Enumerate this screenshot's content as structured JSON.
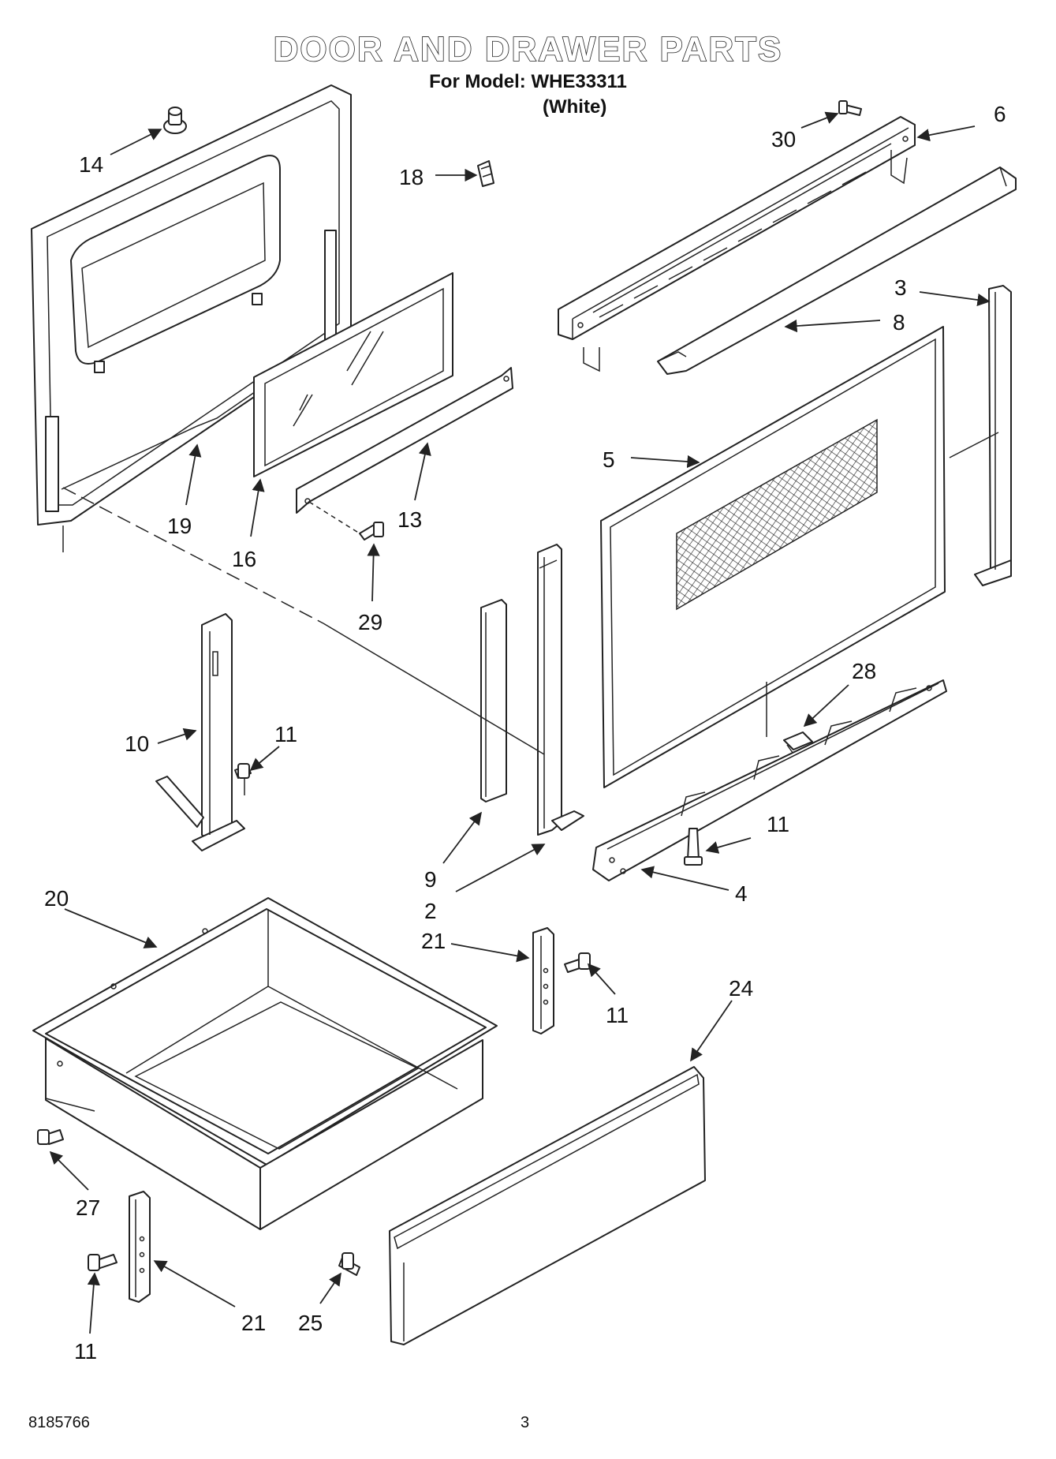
{
  "header": {
    "title": "DOOR AND DRAWER PARTS",
    "model_line": "For Model: WHE33311",
    "variant": "(White)"
  },
  "footer": {
    "doc_number": "8185766",
    "page": "3"
  },
  "callouts": [
    {
      "id": "c14",
      "label": "14"
    },
    {
      "id": "c18",
      "label": "18"
    },
    {
      "id": "c30",
      "label": "30"
    },
    {
      "id": "c6",
      "label": "6"
    },
    {
      "id": "c3",
      "label": "3"
    },
    {
      "id": "c8",
      "label": "8"
    },
    {
      "id": "c5",
      "label": "5"
    },
    {
      "id": "c19",
      "label": "19"
    },
    {
      "id": "c16",
      "label": "16"
    },
    {
      "id": "c13",
      "label": "13"
    },
    {
      "id": "c29",
      "label": "29"
    },
    {
      "id": "c28",
      "label": "28"
    },
    {
      "id": "c10",
      "label": "10"
    },
    {
      "id": "c11a",
      "label": "11"
    },
    {
      "id": "c11b",
      "label": "11"
    },
    {
      "id": "c9",
      "label": "9"
    },
    {
      "id": "c2",
      "label": "2"
    },
    {
      "id": "c4",
      "label": "4"
    },
    {
      "id": "c20",
      "label": "20"
    },
    {
      "id": "c21a",
      "label": "21"
    },
    {
      "id": "c11c",
      "label": "11"
    },
    {
      "id": "c24",
      "label": "24"
    },
    {
      "id": "c27",
      "label": "27"
    },
    {
      "id": "c21b",
      "label": "21"
    },
    {
      "id": "c25",
      "label": "25"
    },
    {
      "id": "c11d",
      "label": "11"
    }
  ]
}
